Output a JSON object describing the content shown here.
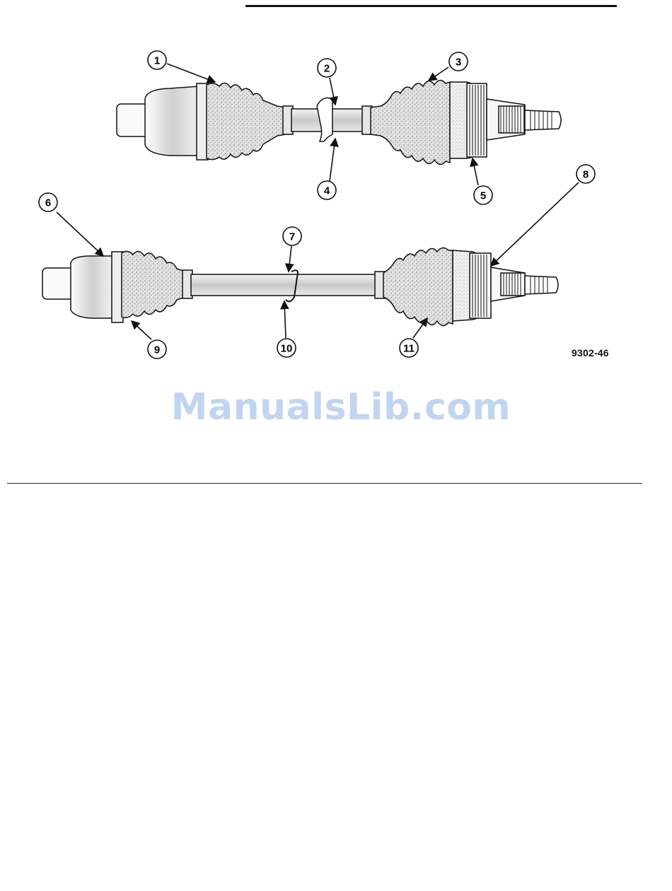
{
  "figure": {
    "code": "9302-46",
    "callouts": [
      "1",
      "2",
      "3",
      "4",
      "5",
      "6",
      "7",
      "8",
      "9",
      "10",
      "11"
    ],
    "ink_color": "#111111",
    "boot_color": "#d6d6d6"
  },
  "watermark": {
    "text": "ManualsLib.com",
    "color": "#c2d5ef"
  }
}
